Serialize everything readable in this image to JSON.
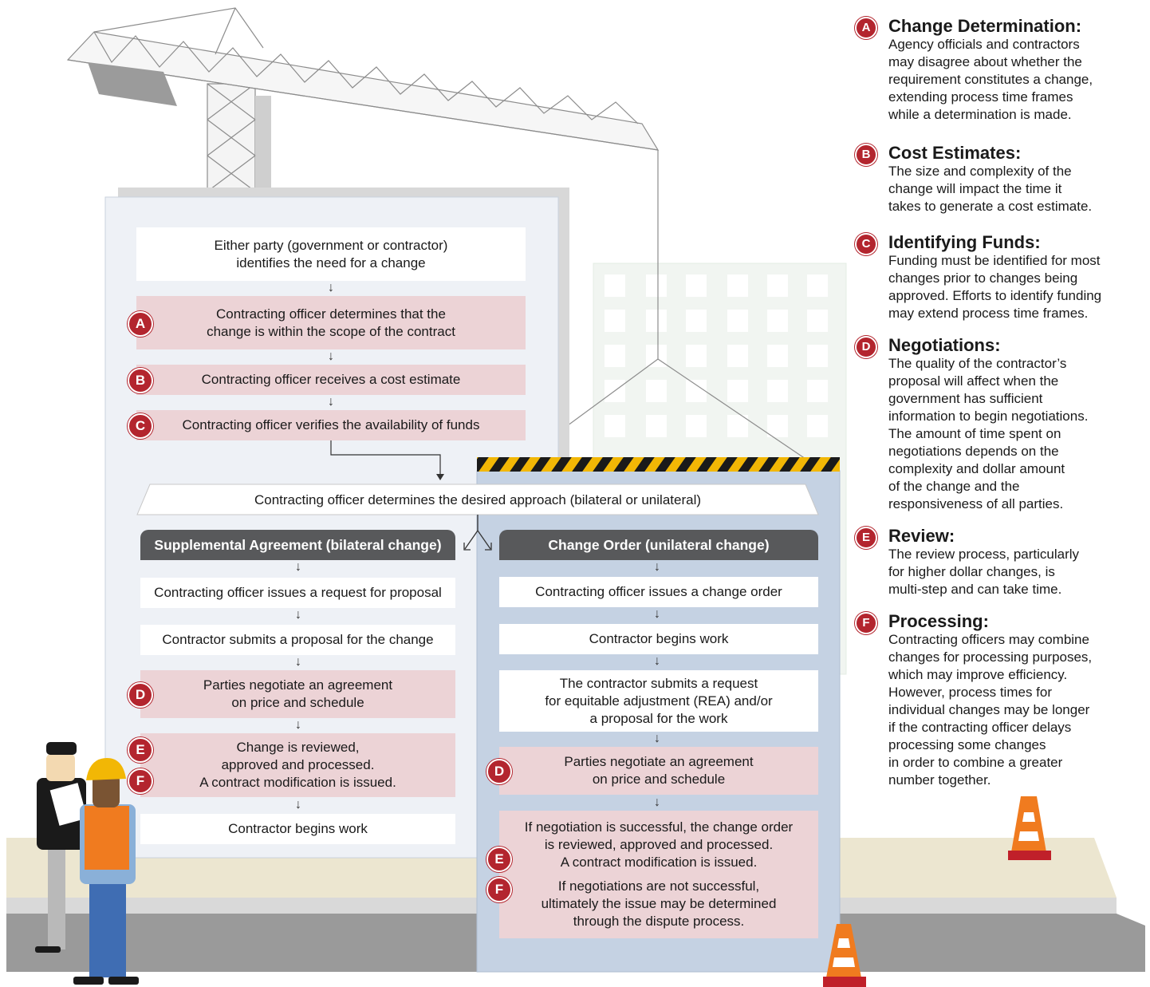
{
  "flow": {
    "step1": "Either party (government or contractor)\nidentifies the need for a change",
    "step2": "Contracting officer determines that the\nchange is within the scope of the contract",
    "step3": "Contracting officer receives a cost estimate",
    "step4": "Contracting officer verifies the availability of funds",
    "approach": "Contracting officer determines the desired approach (bilateral or unilateral)"
  },
  "supplemental": {
    "header": "Supplemental Agreement (bilateral change)",
    "steps": [
      "Contracting officer issues a request for proposal",
      "Contractor submits a proposal for the change",
      "Parties negotiate an agreement\non price and schedule",
      "Change is reviewed,\napproved and processed.\nA contract modification is issued.",
      "Contractor begins work"
    ]
  },
  "change_order": {
    "header": "Change Order (unilateral change)",
    "steps": [
      "Contracting officer issues a change order",
      "Contractor begins work",
      "The contractor submits a request\nfor equitable adjustment (REA) and/or\na proposal for the work",
      "Parties negotiate an agreement\non price and schedule",
      "If negotiation is successful, the change order\nis reviewed, approved and processed.\nA contract modification is issued.",
      "If negotiations are not successful,\nultimately the issue may be determined\nthrough the dispute process."
    ]
  },
  "badges": {
    "a": "A",
    "b": "B",
    "c": "C",
    "d": "D",
    "e": "E",
    "f": "F"
  },
  "legend": [
    {
      "letter": "A",
      "title": "Change Determination:",
      "text": "Agency officials and contractors\nmay disagree about whether the\nrequirement constitutes a change,\nextending process time frames\nwhile a determination is made."
    },
    {
      "letter": "B",
      "title": "Cost Estimates:",
      "text": "The size and complexity of the\nchange will impact the time it\ntakes to generate a cost estimate."
    },
    {
      "letter": "C",
      "title": "Identifying Funds:",
      "text": "Funding must be identified for most\nchanges prior to changes being\napproved. Efforts to identify funding\nmay extend process time frames."
    },
    {
      "letter": "D",
      "title": "Negotiations:",
      "text": "The quality of the contractor’s\nproposal will affect when the\ngovernment has sufficient\ninformation to begin negotiations.\nThe amount of time spent on\nnegotiations depends on the\ncomplexity and dollar amount\nof the change and the\nresponsiveness of all parties."
    },
    {
      "letter": "E",
      "title": "Review:",
      "text": "The review process, particularly\nfor higher dollar changes, is\nmulti-step and can take time."
    },
    {
      "letter": "F",
      "title": "Processing:",
      "text": "Contracting officers may combine\nchanges for processing purposes,\nwhich may improve efficiency.\nHowever, process times for\nindividual changes may be longer\nif the contracting officer delays\nprocessing some changes\nin order to combine a greater\nnumber together."
    }
  ],
  "colors": {
    "badge": "#b3252e",
    "pink_box": "#ecd3d6",
    "header": "#58595b",
    "left_panel": "#eef1f6",
    "right_panel": "#c5d2e3",
    "stripe_yellow": "#f2b705"
  },
  "arrow_glyph": "↓"
}
